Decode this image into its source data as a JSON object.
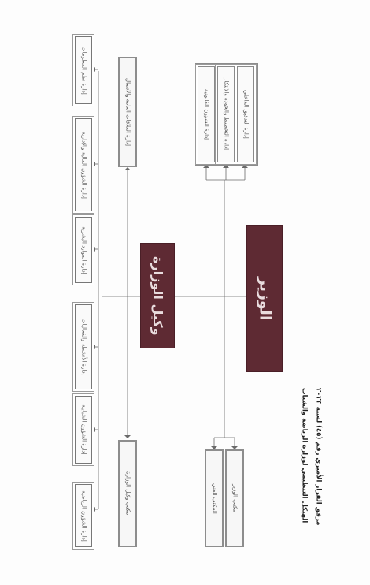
{
  "caption": {
    "line1": "مرفق القرار الأميري رقم (٤٥) لسنة ٢٠٢٣",
    "line2": "الهيكل التنظيمي لوزارة الرياضة والشباب"
  },
  "minister": {
    "label": "الوزير"
  },
  "undersecretary": {
    "label": "وكيل الوزارة"
  },
  "minister_units": [
    {
      "label": "إدارة التدقيق الداخلي"
    },
    {
      "label": "إدارة التخطيط والجودة والابتكار"
    },
    {
      "label": "إدارة الشؤون القانونية"
    }
  ],
  "minister_offices": [
    {
      "label": "مكتب الوزير"
    },
    {
      "label": "المكتب الفني"
    }
  ],
  "undersecretary_units": [
    {
      "label": "إدارة العلاقات العامة والاتصال"
    },
    {
      "label": "مكتب وكيل الوزارة"
    }
  ],
  "departments": [
    {
      "label": "إدارة نظم المعلومات"
    },
    {
      "label": "إدارة الشؤون المالية والإدارية"
    },
    {
      "label": "إدارة الموارد البشرية"
    },
    {
      "label": "إدارة الأنشطة والفعاليات"
    },
    {
      "label": "إدارة الشؤون الشبابية"
    },
    {
      "label": "إدارة الشؤون الرياضية"
    }
  ]
}
